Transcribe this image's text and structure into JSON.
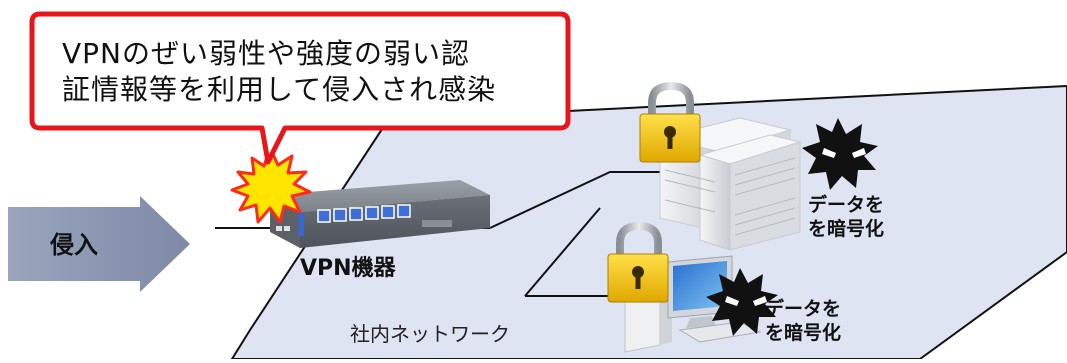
{
  "callout": {
    "line1": "VPNのぜい弱性や強度の弱い認",
    "line2": "証情報等を利用して侵入され感染"
  },
  "intrusion_label": "侵入",
  "vpn_device_label": "VPN機器",
  "network_label": "社内ネットワーク",
  "server_encrypt": {
    "line1": "データを",
    "line2": "を暗号化"
  },
  "pc_encrypt": {
    "line1": "データを",
    "line2": "を暗号化"
  },
  "colors": {
    "callout_border": "#e8151b",
    "network_fill": "#dfe4f3",
    "arrow": "#8b97b2",
    "lock_body": "#f2c200",
    "threat": "#111111",
    "burst_fill": "#ffe500",
    "burst_stroke": "#ff2a1a"
  }
}
